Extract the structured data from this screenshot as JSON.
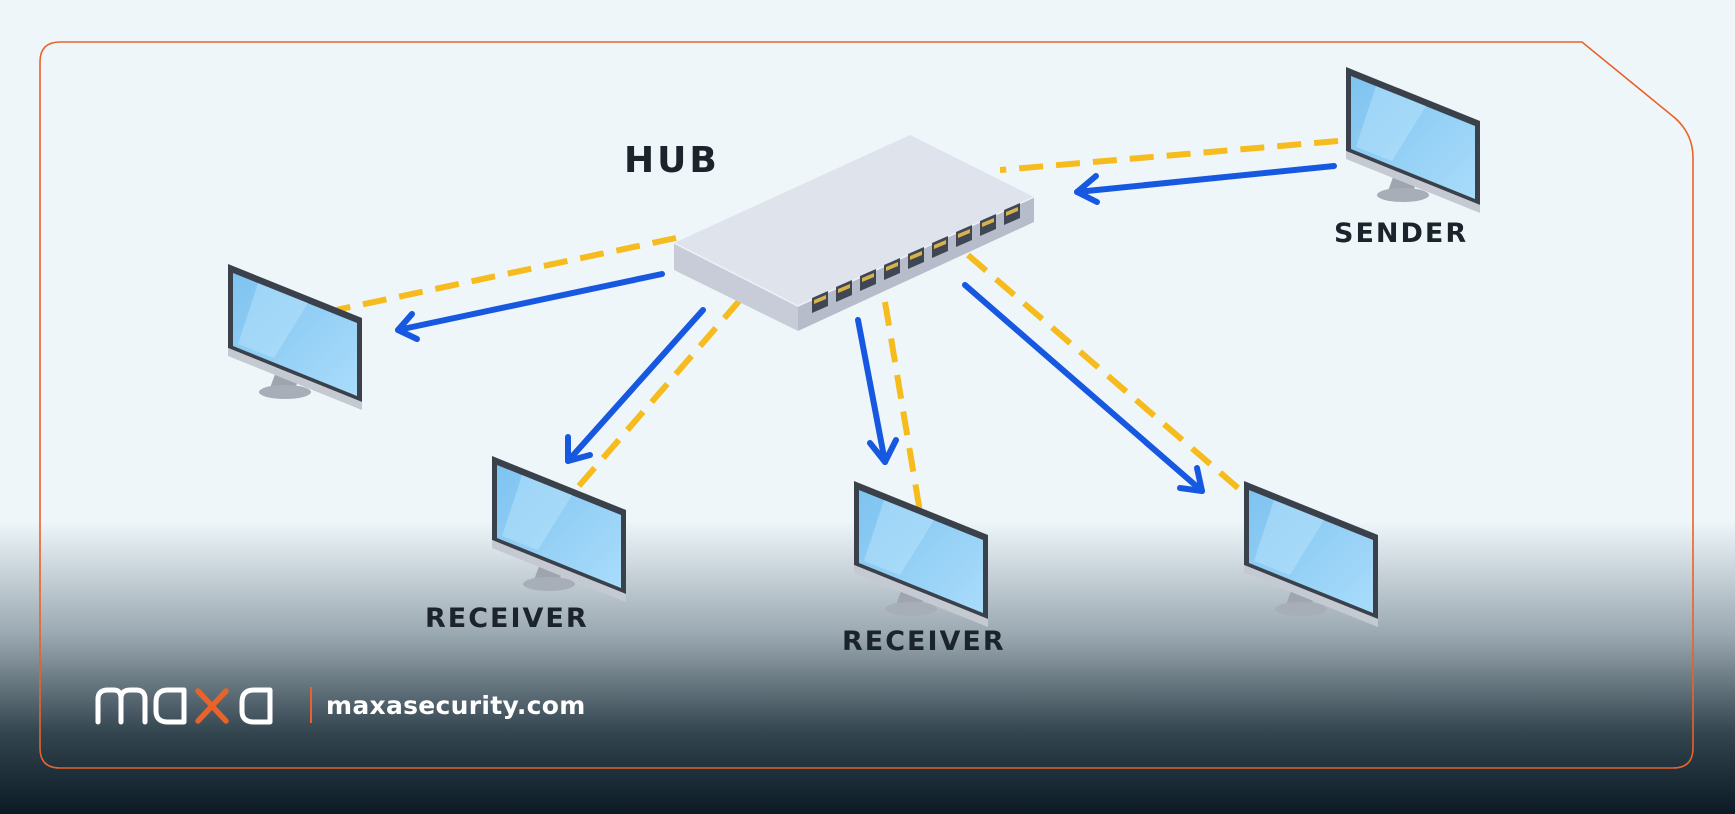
{
  "labels": {
    "hub": "HUB",
    "sender": "SENDER",
    "receiver_1": "RECEIVER",
    "receiver_2": "RECEIVER"
  },
  "brand": {
    "logo_text": "maxa",
    "url": "maxasecurity.com"
  },
  "colors": {
    "background": "#eef6fa",
    "frame_border": "#e8632a",
    "cable_dashed": "#f6bb1c",
    "signal_arrow": "#1758e0",
    "screen": "#8fcdf5",
    "footer_dark": "#0b1a24"
  },
  "nodes": [
    "hub",
    "sender",
    "computer-left",
    "receiver-1",
    "receiver-2",
    "computer-right"
  ]
}
